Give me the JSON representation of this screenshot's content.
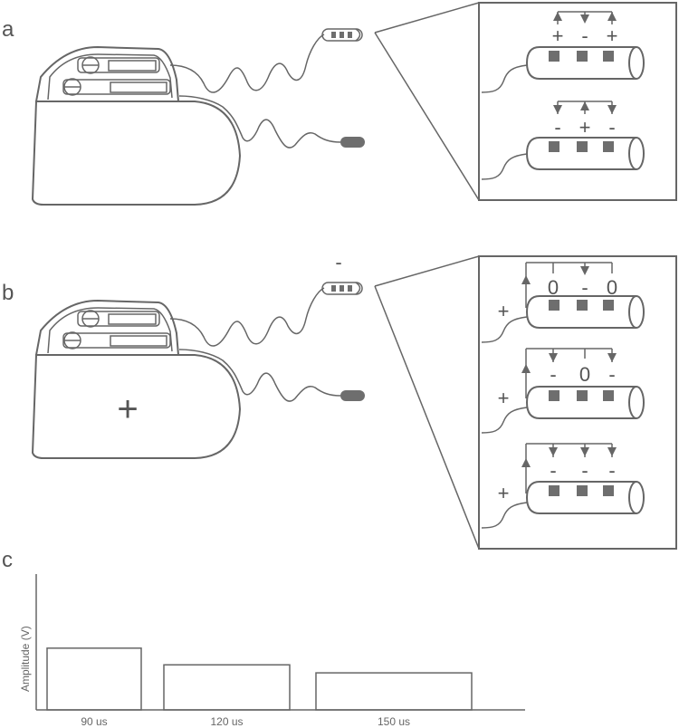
{
  "panels": {
    "a": {
      "label": "a",
      "rows": [
        {
          "contacts": [
            "+",
            "-",
            "+"
          ],
          "lead_side": null
        },
        {
          "contacts": [
            "-",
            "+",
            "-"
          ],
          "lead_side": null
        }
      ]
    },
    "b": {
      "label": "b",
      "can_sign": "+",
      "lead_sign": "-",
      "rows": [
        {
          "contacts": [
            "0",
            "-",
            "0"
          ],
          "lead_side": "+"
        },
        {
          "contacts": [
            "-",
            "0",
            "-"
          ],
          "lead_side": "+"
        },
        {
          "contacts": [
            "-",
            "-",
            "-"
          ],
          "lead_side": "+"
        }
      ]
    },
    "c": {
      "label": "c"
    }
  },
  "chart_data": {
    "type": "bar",
    "categories": [
      "90 us",
      "120 us",
      "150 us"
    ],
    "values": [
      1.0,
      0.73,
      0.6
    ],
    "title": "",
    "xlabel": "",
    "ylabel": "Amplitude (V)",
    "ylim": [
      0,
      2.2
    ],
    "grid": false
  },
  "colors": {
    "line": "#666666",
    "contact": "#6e6e6e",
    "text": "#555555"
  }
}
